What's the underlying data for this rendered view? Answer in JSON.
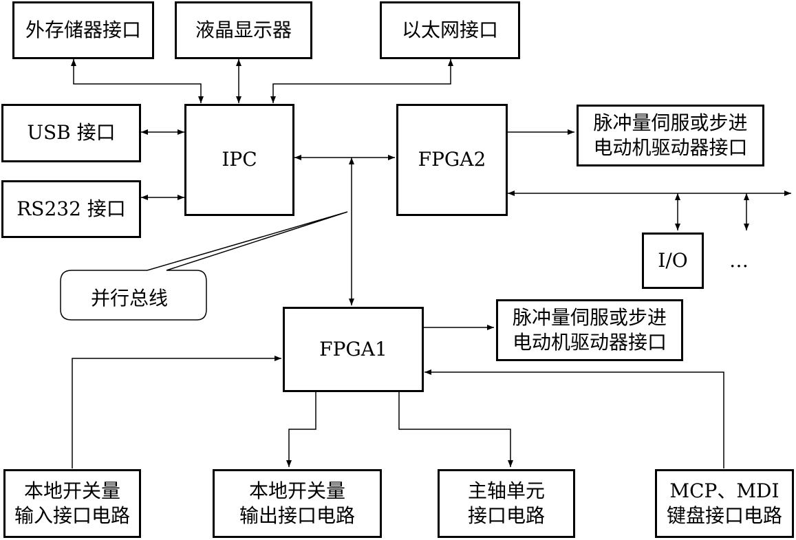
{
  "nodes": {
    "ext_storage": "外存储器接口",
    "lcd": "液晶显示器",
    "ethernet": "以太网接口",
    "usb": "USB 接口",
    "rs232": "RS232 接口",
    "ipc": "IPC",
    "fpga2": "FPGA2",
    "servo_top": "脉冲量伺服或步进\n电动机驱动器接口",
    "io": "I/O",
    "ellipsis": "…",
    "parallel_bus": "并行总线",
    "fpga1": "FPGA1",
    "servo_bottom": "脉冲量伺服或步进\n电动机驱动器接口",
    "local_in": "本地开关量\n输入接口电路",
    "local_out": "本地开关量\n输出接口电路",
    "spindle": "主轴单元\n接口电路",
    "mcp": "MCP、MDI\n键盘接口电路"
  },
  "colors": {
    "line": "#000000",
    "background": "#ffffff"
  }
}
